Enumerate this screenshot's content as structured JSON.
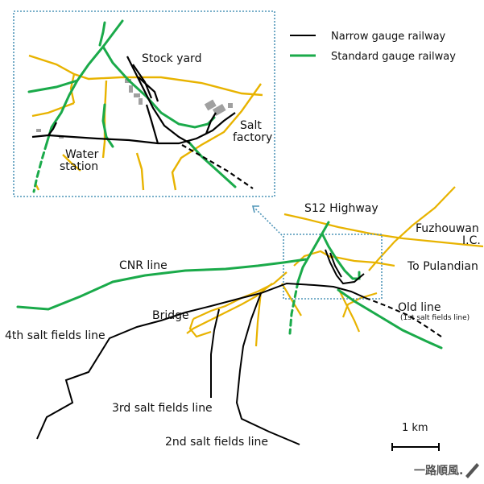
{
  "legend": {
    "narrow": "Narrow gauge railway",
    "standard": "Standard gauge railway"
  },
  "colors": {
    "narrow_gauge": "#000000",
    "standard_gauge": "#1aaa4a",
    "road": "#e8b300",
    "inset_frame": "#4f95b8",
    "zone_frame": "#4f95b8",
    "building": "#a0a0a0"
  },
  "inset": {
    "stock_yard": "Stock yard",
    "salt_factory_line1": "Salt",
    "salt_factory_line2": "factory",
    "water_station_line1": "Water",
    "water_station_line2": "station"
  },
  "main": {
    "s12_highway": "S12 Highway",
    "fuzhouwan_line1": "Fuzhouwan",
    "fuzhouwan_line2": "I.C.",
    "to_pulandian": "To Pulandian",
    "cnr_line": "CNR line",
    "bridge": "Bridge",
    "salt_4th": "4th salt fields line",
    "old_line": "Old line",
    "old_line_sub": "(1st salt fields line)",
    "salt_3rd": "3rd salt fields line",
    "salt_2nd": "2nd salt fields line",
    "scale": "1 km"
  },
  "watermark": "一路順風."
}
